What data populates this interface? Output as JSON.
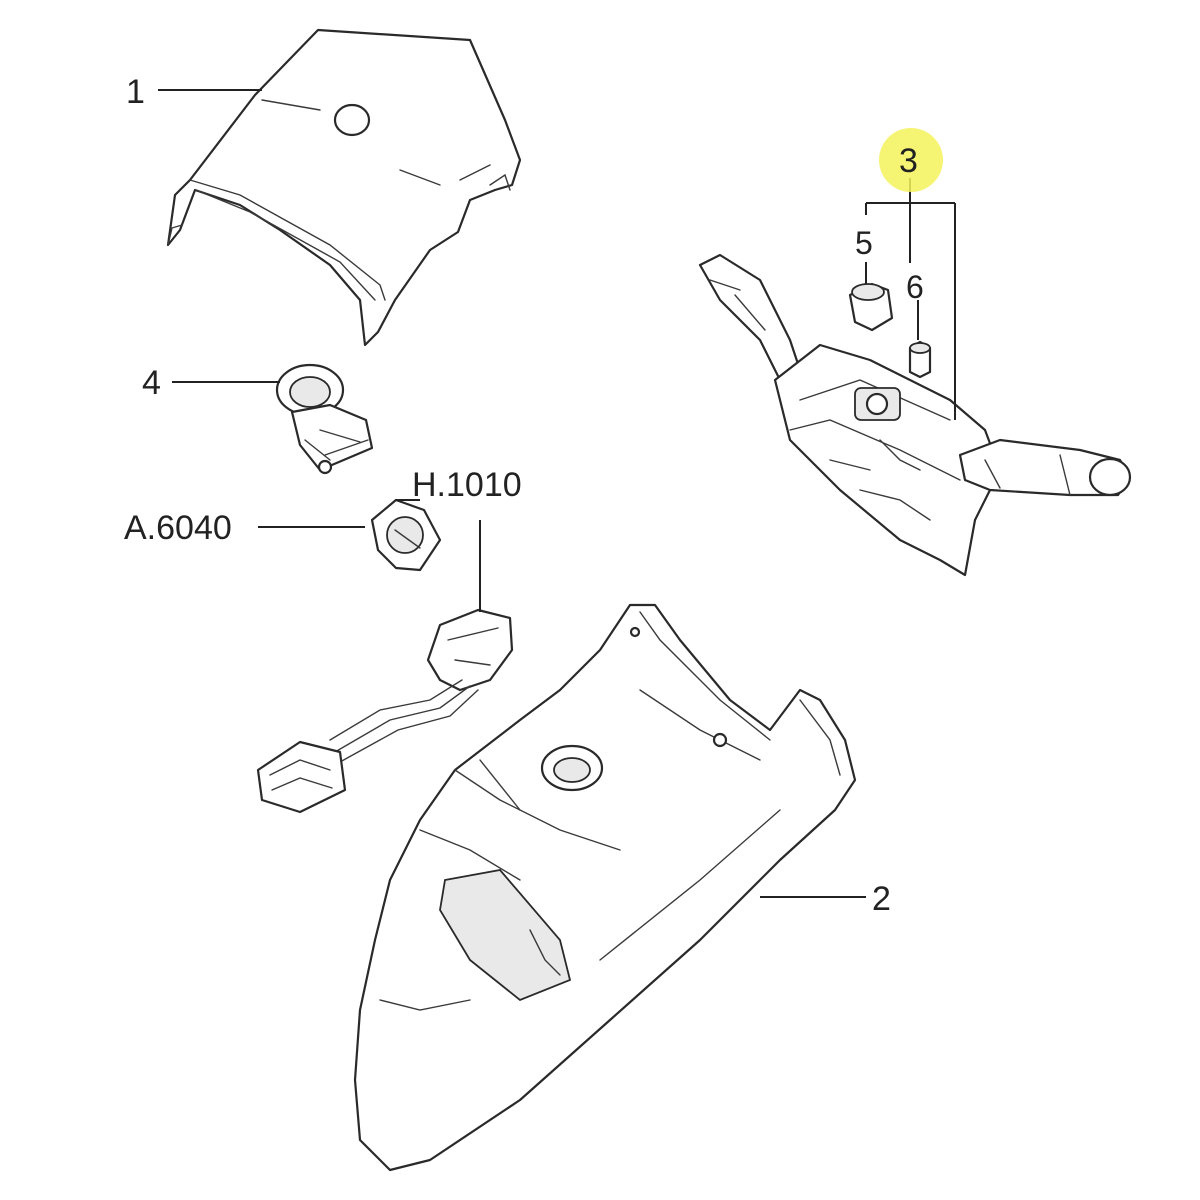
{
  "colors": {
    "line": "#2a2a2a",
    "label_text": "#222222",
    "highlight": "#f4f25a",
    "background": "#ffffff"
  },
  "callouts": {
    "c1": "1",
    "c2": "2",
    "c3": "3",
    "c4": "4",
    "c5": "5",
    "c6": "6",
    "h1010": "H.1010",
    "a6040": "A.6040"
  }
}
